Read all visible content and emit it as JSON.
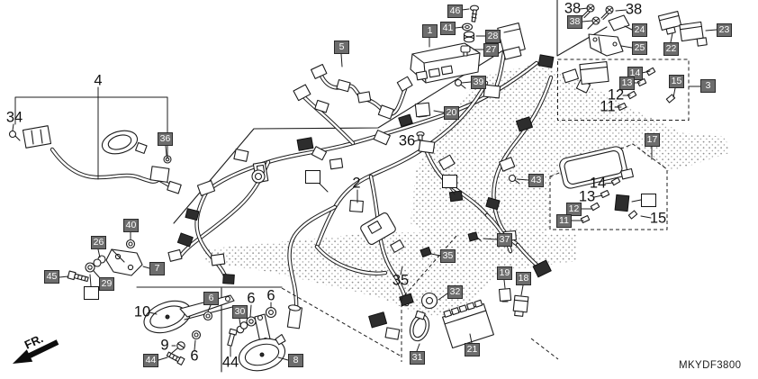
{
  "diagram": {
    "code": "MKYDF3800",
    "fr_label": "FR."
  },
  "callouts": {
    "boxed": [
      "1",
      "46",
      "41",
      "28",
      "27",
      "39",
      "20",
      "5",
      "38",
      "24",
      "25",
      "22",
      "23",
      "14",
      "13",
      "15",
      "3",
      "36",
      "17",
      "43",
      "12",
      "11",
      "37",
      "35",
      "19",
      "18",
      "32",
      "31",
      "21",
      "40",
      "26",
      "45",
      "29",
      "7",
      "6",
      "30",
      "44",
      "8"
    ],
    "plain": [
      "4",
      "34",
      "38",
      "38",
      "12",
      "11",
      "36",
      "2",
      "14",
      "13",
      "15",
      "35",
      "10",
      "9",
      "6",
      "6",
      "6",
      "44"
    ]
  }
}
